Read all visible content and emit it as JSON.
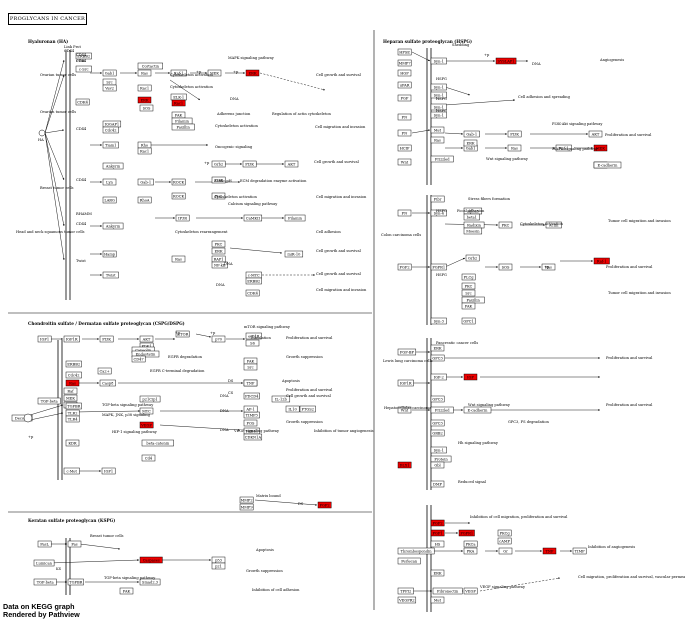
{
  "title": "PROGLYCANS IN CANCER",
  "footer": {
    "line1": "Data on KEGG graph",
    "line2": "Rendered by Pathview"
  },
  "sections": {
    "ha": "Hyaluronan (HA)",
    "cs": "Chondroitin sulfate / Dermatan sulfate proteoglycan (CSPG/DSPG)",
    "ks": "Keratan sulfate proteoglycan (KSPG)",
    "hs": "Heparan sulfate proteoglycan (HSPG)"
  },
  "colors": {
    "highlight": "#ee0000",
    "line": "#000000",
    "receptor": "#c8c8c8"
  },
  "ha_panel": {
    "top_labels": [
      "Link Prot",
      "CD44",
      "c-Src"
    ],
    "receptor_labels": [
      "CD44",
      "Ovarian tumor cells",
      "CD44",
      "Ovarian tumor cells",
      "CD44",
      "Breast tumor cells",
      "CD44",
      "Head and neck squamous tumor cells",
      "CD44",
      "RHAMM",
      "Twist"
    ],
    "ha_label": "HA",
    "nodes": [
      "ERBB2",
      "Gab1",
      "Ras",
      "Raf-1",
      "MEK",
      "ERK",
      "ERK",
      "Src",
      "Vav2",
      "Rac1",
      "c-Src",
      "ELK-1",
      "SOS",
      "Rac1",
      "FAK",
      "Cortactin",
      "Filamin",
      "Paxillin",
      "CDK4",
      "IQGAP1",
      "Cdc42",
      "Rho",
      "Tiam1",
      "Rac1",
      "Ankyrin",
      "Grb2",
      "PI3K",
      "AKT",
      "Lyn",
      "Gab-1",
      "ROCK",
      "PI3K",
      "PLC",
      "ROCK",
      "LARG",
      "RhoA",
      "Ankyrin",
      "IP3R",
      "CaMKII",
      "Filamin",
      "Hamp",
      "PKC",
      "ERK",
      "Twist",
      "RAP1",
      "NF-kB",
      "Ras",
      "c-MYC",
      "ERBB2",
      "miR-10",
      "CDK4"
    ],
    "texts": [
      "MAPK signaling pathway",
      "Cytoskeleton activation",
      "Cytoskeleton activation",
      "Cell growth and survival",
      "DNA",
      "Adherens junction",
      "Regulation of actin cytoskeleton",
      "Cytoskeleton activation",
      "Cell migration and invasion",
      "Oncogenic signaling",
      "Cell growth and survival",
      "Acidic pH",
      "ECM degradation enzyme activation",
      "Cytoskeleton activation",
      "Calcium signaling pathway",
      "Cell migration and invasion",
      "Cytoskeleton rearrangement",
      "Cell adhesion",
      "Cell growth and survival",
      "Cell growth and survival",
      "DNA",
      "DNA",
      "Cell migration and invasion",
      "+p",
      "+p",
      "+p"
    ]
  },
  "cs_panel": {
    "nodes": [
      "IGF1",
      "IGF1R",
      "PI3K",
      "AKT",
      "mTOR",
      "PDK1",
      "p70",
      "eIF4B",
      "S6",
      "Caveolin",
      "Endostatin",
      "CD47",
      "ERBB2",
      "Ca2+",
      "Cdc42",
      "Ras",
      "Casp8",
      "Raf",
      "MEK",
      "ERK",
      "TGF-beta",
      "TGFBR",
      "TLR2",
      "TLR4",
      "KDR",
      "Decorin",
      "MYC",
      "VEGF",
      "c-Met",
      "IGF1",
      "MMP2",
      "MMP9",
      "FGF2",
      "FAK",
      "Src",
      "Met",
      "TIMP3",
      "THBS1",
      "CDKN1A",
      "TNF",
      "IL-12b",
      "PDCD4",
      "AP-1",
      "FOS",
      "IL10",
      "PTGS2",
      "p21Cip1",
      "beta-catenin",
      "Cd4"
    ],
    "texts": [
      "mTOR signaling pathway",
      "Translation",
      "Proliferation and survival",
      "EGFR degradation",
      "Growth suppression",
      "EGFR C-terminal degradation",
      "Apoptosis",
      "Proliferation and survival",
      "TGF-beta signaling pathway",
      "MAPK, JNK, p38 signaling",
      "DNA",
      "DNA",
      "DNA",
      "Cell growth and survival",
      "Growth suppression",
      "Inhibition of tumor angiogenesis",
      "HIF-1 signaling pathway",
      "VEGF signaling pathway",
      "Matrix bound",
      "DS",
      "DS",
      "CS",
      "+p",
      "+p",
      "+p"
    ]
  },
  "ks_panel": {
    "nodes": [
      "FasL",
      "Fas",
      "Lumican",
      "Caspases",
      "p53",
      "p21",
      "TGF-beta",
      "TGFBR",
      "Smad2,3",
      "FAK"
    ],
    "texts": [
      "Breast tumor cells",
      "KS",
      "Apoptosis",
      "TGF-beta signaling pathway",
      "Growth suppression",
      "Inhibition of cell adhesion"
    ]
  },
  "hs_panel": {
    "nodes": [
      "HPSE",
      "Syn-1",
      "Syn-1",
      "HGF",
      "MMP7",
      "uPAR",
      "SYSLAP1",
      "Syn-1",
      "FGF",
      "Syn-1",
      "FN",
      "Syn-1",
      "FN",
      "HCIF",
      "Met",
      "Gab-1",
      "PI3K",
      "AKT",
      "Wnt",
      "Frizzled",
      "Gab1",
      "Ras",
      "Raf-1",
      "MEK",
      "ERK",
      "Ras",
      "ERK",
      "E-cadherin",
      "FN",
      "Fibr",
      "Syn-4",
      "alpha5",
      "beta1",
      "Radixin",
      "Moesin",
      "PKC",
      "Actin",
      "FGF2",
      "FGFR1",
      "Grb2",
      "SOS",
      "Ras",
      "Raf-1",
      "PLCg",
      "PKC",
      "Src",
      "Paxillin",
      "FAK",
      "GPC1",
      "Syn-3",
      "ERK",
      "FGF-BP",
      "GPC3",
      "IGF1R",
      "IGF-2",
      "IGF",
      "GPC3",
      "Wnt",
      "Frizzled",
      "E-cadherin",
      "DLX1",
      "GPC3",
      "GRB2",
      "Syn-1",
      "Protein",
      "Gbl",
      "DMP",
      "Thrombospondin",
      "Perlecan",
      "PKA",
      "Gr",
      "TNF",
      "TIMP",
      "TFPI2",
      "Fibronectin",
      "VEGF",
      "VEGFR2",
      "FGF2",
      "FGF1",
      "FGFR1",
      "PKCa",
      "PKCg",
      "cAMP",
      "HS",
      "ERK",
      "Met"
    ],
    "texts": [
      "Shedding",
      "DNA",
      "Angiogenesis",
      "Cell adhesion and spreading",
      "PI3K-Akt signaling pathway",
      "Proliferation and survival",
      "MAPK signaling pathway",
      "Wnt signaling pathway",
      "Stress fibers formation",
      "Focal adhesion",
      "Cytoskeleton activation",
      "Tumor cell migration and invasion",
      "Proliferation and survival",
      "Tumor cell migration and invasion",
      "Pancreatic cancer cells",
      "Proliferation and survival",
      "Hepatocellular carcinoma",
      "Wnt signaling pathway",
      "Proliferation and survival",
      "GPC3, FS degradation",
      "Hh signaling pathway",
      "Reduced signal",
      "Inhibition of cell migration, proliferation and survival",
      "Inhibition of angiogenesis",
      "Cell migration, proliferation and survival, vascular permeability",
      "VEGF signaling pathway",
      "Colon carcinoma cells",
      "Lewis lung carcinoma cells",
      "HSPG",
      "HSPG",
      "HSPG",
      "HSPG",
      "HSPG",
      "+p",
      "+p"
    ]
  }
}
